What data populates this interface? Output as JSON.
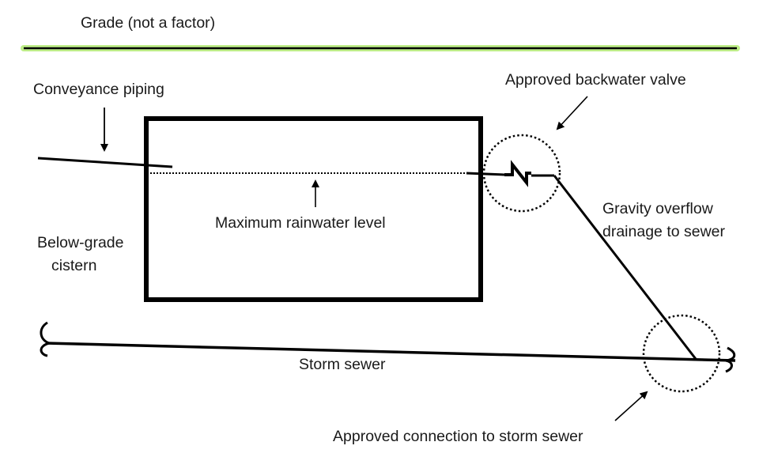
{
  "labels": {
    "grade": "Grade (not a factor)",
    "conveyance": "Conveyance piping",
    "backwater_valve": "Approved backwater valve",
    "max_level": "Maximum rainwater level",
    "gravity_overflow_line1": "Gravity overflow",
    "gravity_overflow_line2": "drainage to sewer",
    "cistern_line1": "Below-grade",
    "cistern_line2": "cistern",
    "storm_sewer": "Storm sewer",
    "connection": "Approved connection to storm sewer"
  },
  "colors": {
    "grade_glow": "#9be05a",
    "line": "#000000"
  }
}
